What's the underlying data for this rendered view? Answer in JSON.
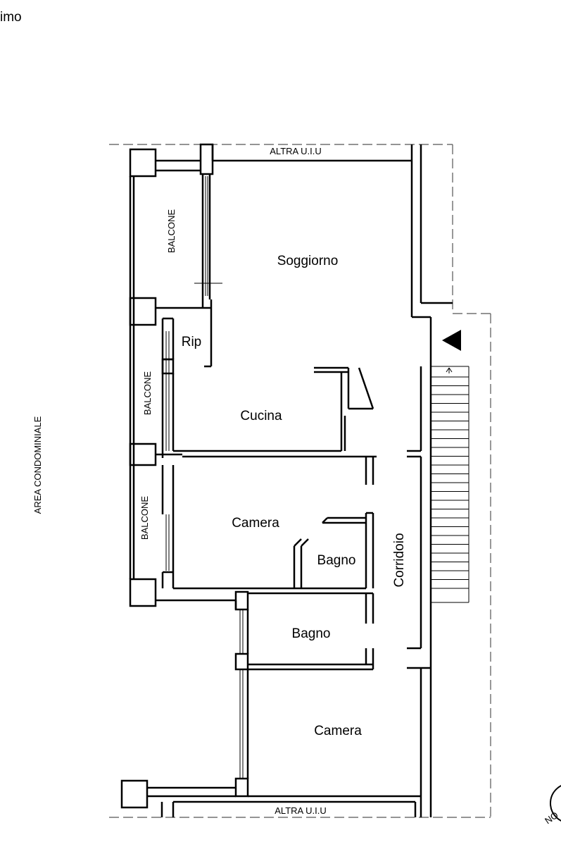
{
  "header": {
    "fragment": "imo"
  },
  "plan": {
    "neighbor_top": "ALTRA U.I.U",
    "neighbor_bottom": "ALTRA U.I.U",
    "side_area": "AREA CONDOMINIALE",
    "rooms": {
      "soggiorno": "Soggiorno",
      "rip": "Rip",
      "cucina": "Cucina",
      "camera_1": "Camera",
      "bagno_1": "Bagno",
      "corridoio": "Corridoio",
      "bagno_2": "Bagno",
      "camera_2": "Camera"
    },
    "balconies": [
      "BALCONE",
      "BALCONE",
      "BALCONE"
    ]
  },
  "compass": {
    "label": "NO"
  },
  "colors": {
    "wall": "#000000",
    "dash": "#555555",
    "background": "#ffffff"
  }
}
